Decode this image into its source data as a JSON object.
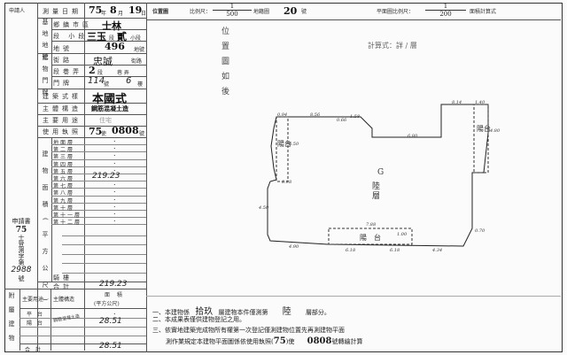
{
  "applicant_label": "申請人",
  "survey_date": {
    "label": "測量日期",
    "year": "75",
    "month": "8",
    "day": "19",
    "y_unit": "年",
    "m_unit": "月",
    "d_unit": "日"
  },
  "land": {
    "group_label": "基地地號",
    "district_label": "鄉鎮市區",
    "district": "士林",
    "section_label": "段 小段",
    "section": "三玉",
    "section_unit": "段",
    "subsection": "貳",
    "subsection_unit": "小段",
    "lot_label": "地號",
    "lot": "496",
    "lot_unit": "地號"
  },
  "address": {
    "group_label": "建物門牌",
    "street_label": "街路",
    "street": "忠誠",
    "street_unit": "街路",
    "lane_label": "段巷弄",
    "section": "2",
    "section_unit": "段",
    "lane_unit": "巷 弄",
    "number_label": "門牌",
    "number": "114",
    "number_unit": "號",
    "floor": "6",
    "floor_unit": "樓"
  },
  "style": {
    "label": "建築式樣",
    "value": "本國式"
  },
  "structure": {
    "label": "主體構造",
    "value": "鋼筋混凝土造"
  },
  "usage": {
    "label": "主要用途",
    "value": "住宅"
  },
  "permit": {
    "label": "使用執照",
    "year": "75",
    "prefix": "使",
    "number": "0808",
    "suffix": "號"
  },
  "floors": {
    "group_label": "建物面積(平方公尺)",
    "rows": [
      {
        "label": "地面層",
        "value": "."
      },
      {
        "label": "第二層",
        "value": "."
      },
      {
        "label": "第三層",
        "value": "."
      },
      {
        "label": "第四層",
        "value": "."
      },
      {
        "label": "第五層",
        "value": "."
      },
      {
        "label": "第六層",
        "value": "219.23"
      },
      {
        "label": "第七層",
        "value": "."
      },
      {
        "label": "第八層",
        "value": "."
      },
      {
        "label": "第九層",
        "value": "."
      },
      {
        "label": "第十層",
        "value": "."
      },
      {
        "label": "第十一層",
        "value": "."
      },
      {
        "label": "第十二層",
        "value": "."
      }
    ],
    "arcade_label": "騎樓",
    "total_label": "合計",
    "total": "219.23"
  },
  "application": {
    "label": "申請書",
    "year": "75",
    "text": "士登測字第",
    "number": "2988",
    "suffix": "號"
  },
  "annex": {
    "group_label": "附屬建物",
    "usage_header": "主要用途",
    "structure_header": "主體構造",
    "area_header": "面積",
    "area_unit": "(平方公尺)",
    "rows": [
      {
        "usage": "平台",
        "structure": "",
        "area": "."
      },
      {
        "usage": "陽台",
        "structure": "鋼筋混凝土造",
        "area": "28.51"
      }
    ],
    "total_label": "合計",
    "total": "28.51"
  },
  "header": {
    "location_label": "位置圖",
    "scale_label": "比例尺：",
    "scale_num": "1",
    "location_scale": "500",
    "map_label": "地籍圖",
    "map_no": "20",
    "map_no_unit": "號",
    "plan_label": "平面圖比例尺：",
    "plan_scale": "200",
    "calc_label": "面積計算式"
  },
  "location_map_text": "位置圖如後",
  "calc_text": "計算式：詳 / 層",
  "plan": {
    "center_mark": "G",
    "center_label": "陸層",
    "balcony_label": "陽台",
    "dims": [
      "0.94",
      "8.56",
      "0.66",
      "1.58",
      "6.80",
      "8.14",
      "1.40",
      "4.80",
      "6.50",
      "0.98",
      "4.50",
      "4.90",
      "6.18",
      "6.18",
      "4.34",
      "7.88",
      "1.00",
      "0.70"
    ]
  },
  "notes": [
    {
      "prefix": "一、本建物係",
      "floors": "拾玖",
      "mid": "層建物本件僅測第",
      "floor": "陸",
      "suffix": "層部分。"
    },
    {
      "text": "二、本成果表僅供建物登記之用。"
    },
    {
      "text": "三、依實地建築完成物所有權第一次登記僅測建物位置先再測建物平面",
      "text2": "測作業規定本建物平面圖係依使用執照(",
      "year": "75",
      "mid": ")使",
      "number": "0808",
      "suffix": "號轉繪計算"
    }
  ]
}
